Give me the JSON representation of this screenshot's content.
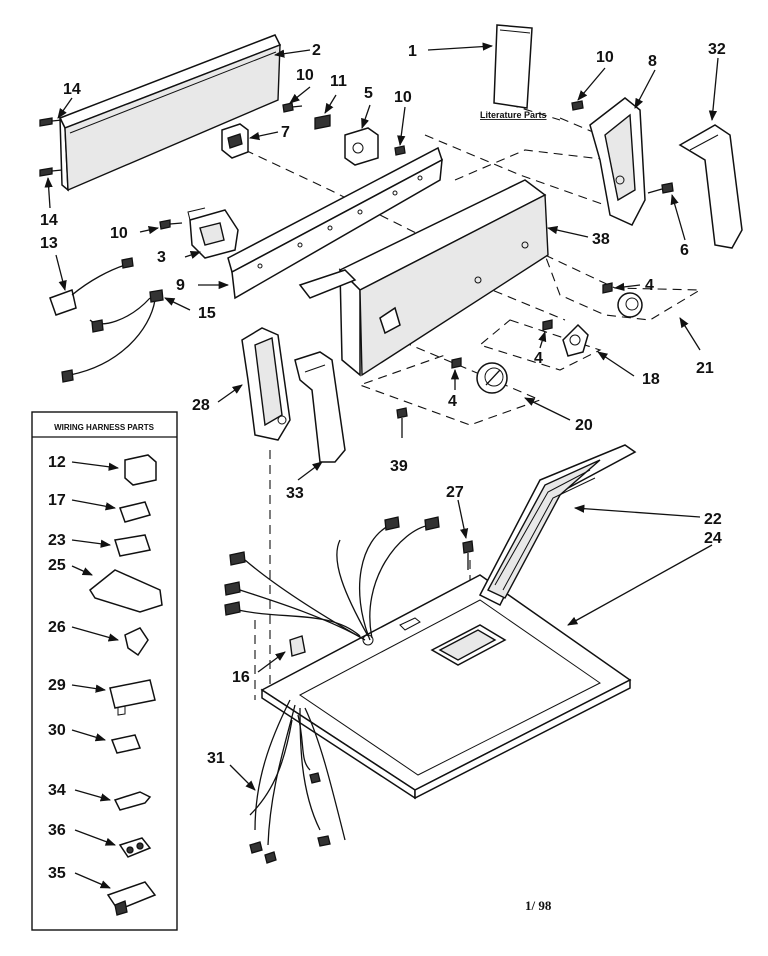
{
  "labels": {
    "p1": "1",
    "p2": "2",
    "p3": "3",
    "p4a": "4",
    "p4b": "4",
    "p4c": "4",
    "p5": "5",
    "p6": "6",
    "p7": "7",
    "p8": "8",
    "p9": "9",
    "p10a": "10",
    "p10b": "10",
    "p10c": "10",
    "p10d": "10",
    "p11": "11",
    "p13": "13",
    "p14a": "14",
    "p14b": "14",
    "p15": "15",
    "p16": "16",
    "p18": "18",
    "p20": "20",
    "p21": "21",
    "p22": "22",
    "p24": "24",
    "p27": "27",
    "p28": "28",
    "p31": "31",
    "p32": "32",
    "p33": "33",
    "p38": "38",
    "p39": "39"
  },
  "literature": "Literature Parts",
  "wiring_box": {
    "title": "WIRING HARNESS PARTS",
    "items": [
      "12",
      "17",
      "23",
      "25",
      "26",
      "29",
      "30",
      "34",
      "36",
      "35"
    ]
  },
  "date_code": "1/ 98"
}
